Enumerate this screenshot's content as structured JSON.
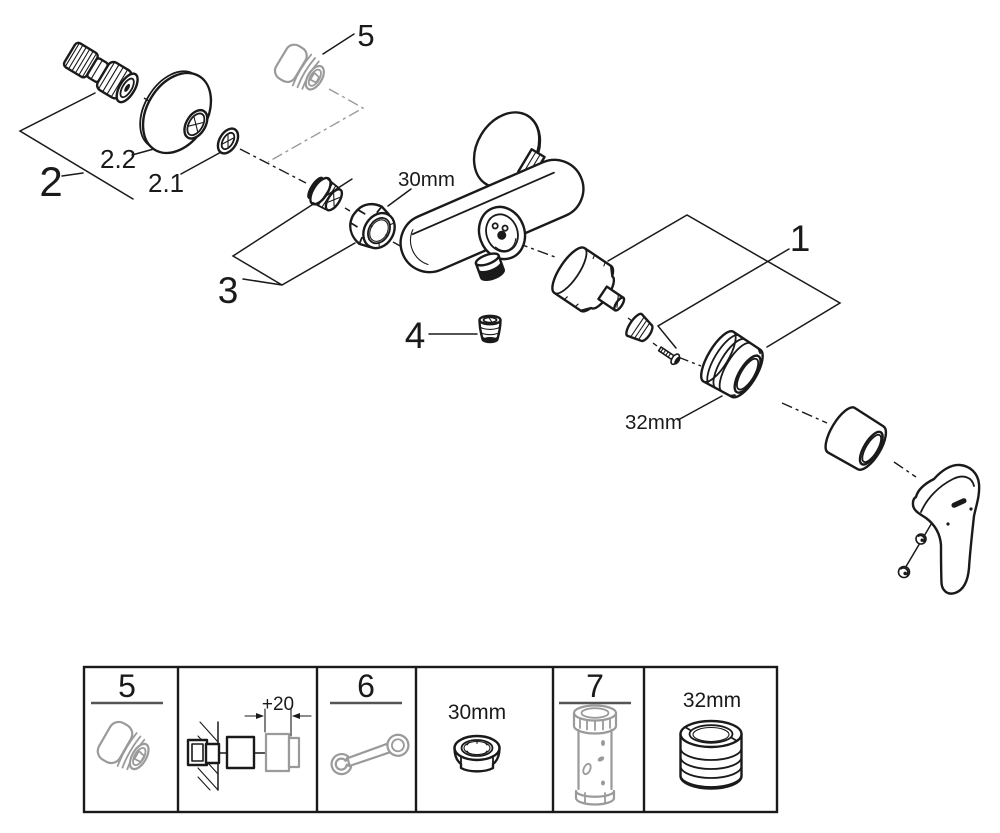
{
  "diagram": {
    "callouts": {
      "part1": "1",
      "part2": "2",
      "part2_1": "2.1",
      "part2_2": "2.2",
      "part3": "3",
      "part4": "4",
      "part5": "5",
      "size_30mm": "30mm",
      "size_32mm": "32mm"
    },
    "colors": {
      "line": "#1a1a1a",
      "ghost": "#9a9a9a"
    }
  },
  "legend": {
    "cells": [
      {
        "label": "5",
        "icon": "extension-nut-icon"
      },
      {
        "dimension": "+20",
        "icon": "wall-mounting-dimension-icon"
      },
      {
        "label": "6",
        "icon": "open-end-wrench-icon"
      },
      {
        "size": "30mm",
        "icon": "hex-nut-icon"
      },
      {
        "label": "7",
        "icon": "socket-tool-icon"
      },
      {
        "size": "32mm",
        "icon": "threaded-ring-icon"
      }
    ]
  }
}
